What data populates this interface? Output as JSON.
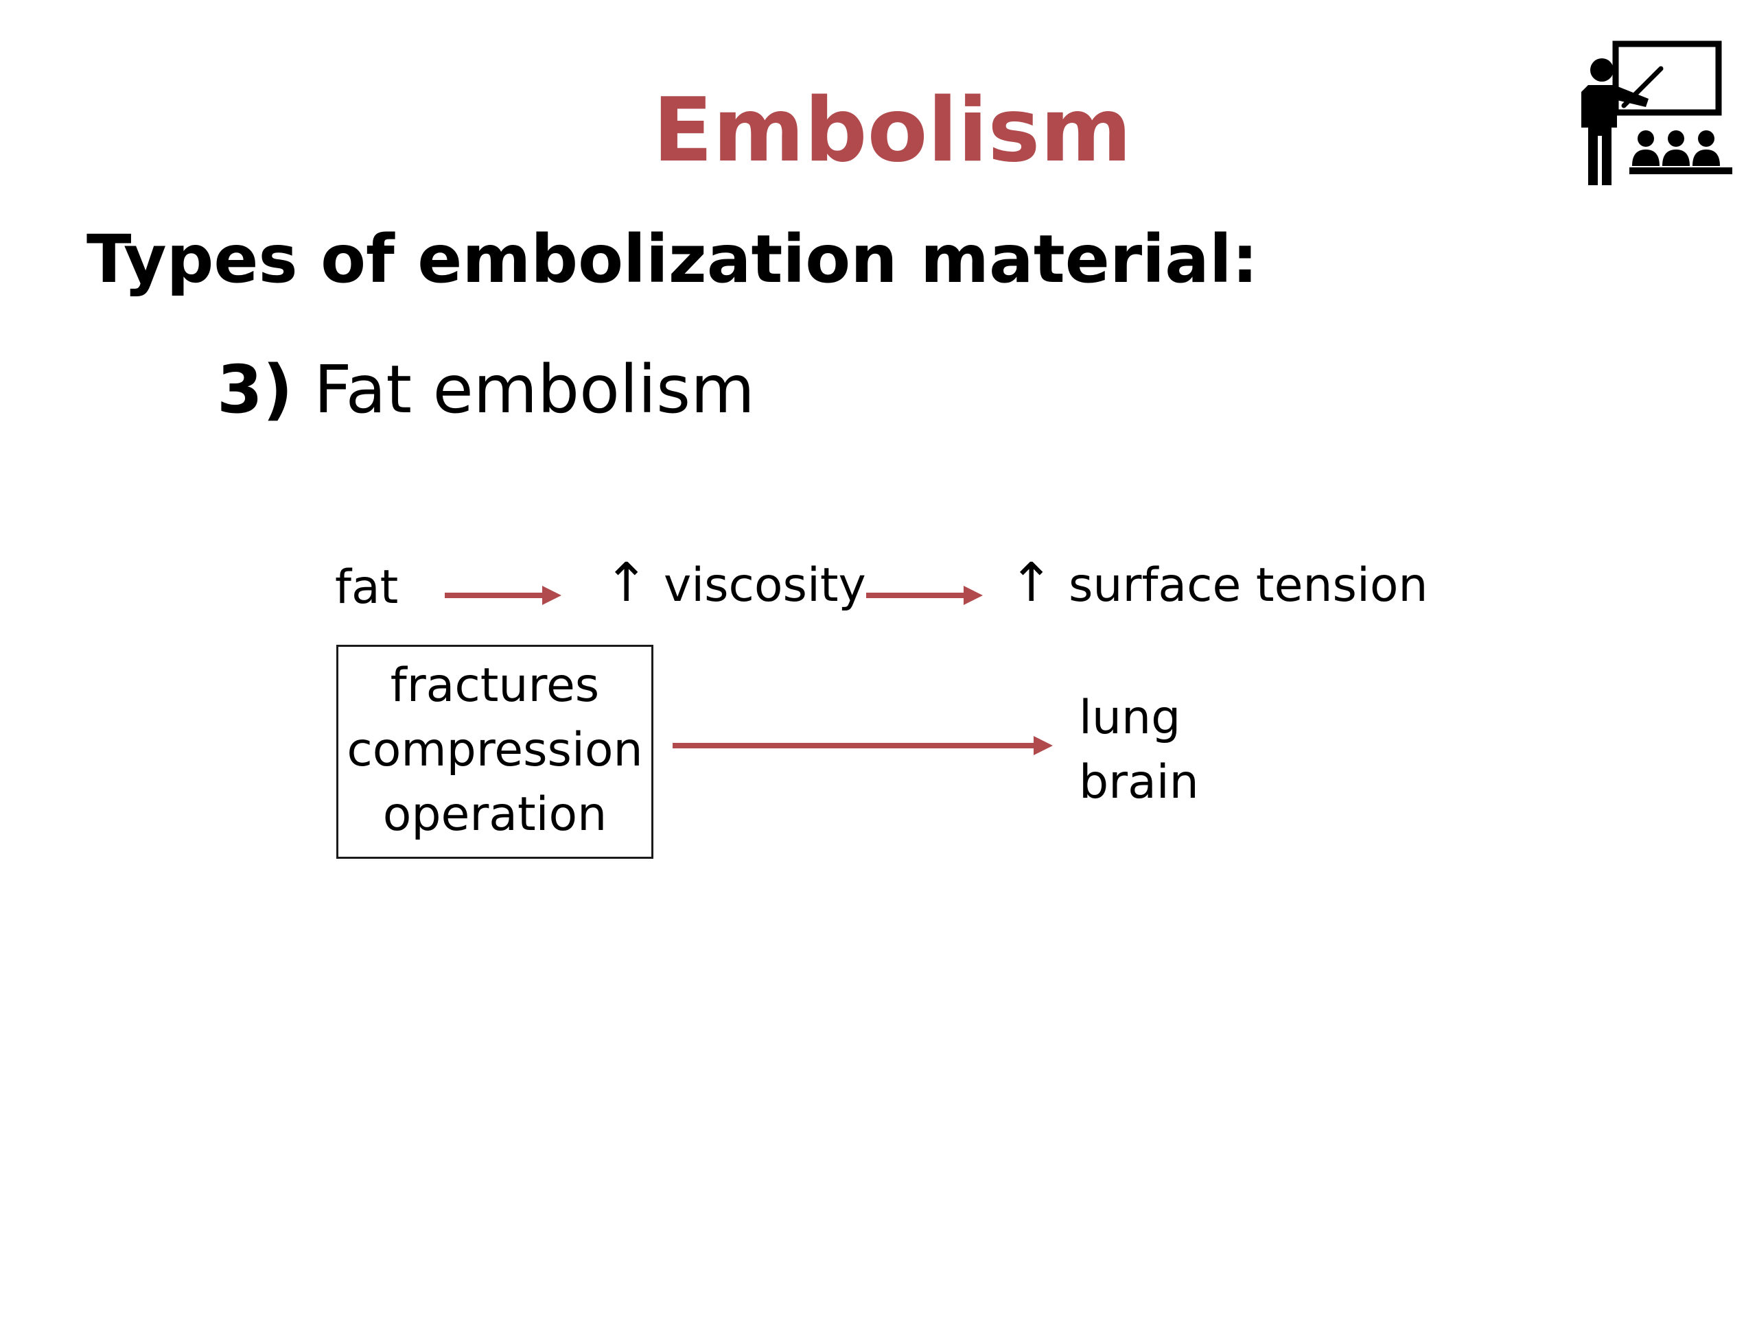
{
  "slide": {
    "title": "Embolism",
    "heading": "Types of embolization material:",
    "subsection_number": "3)",
    "subsection_label": "Fat embolism"
  },
  "flow": {
    "step1": "fat",
    "step2_arrow": "↑",
    "step2_label": "viscosity",
    "step3_arrow": "↑",
    "step3_label": "surface tension",
    "causes": [
      "fractures",
      "compression",
      "operation"
    ],
    "targets": [
      "lung",
      "brain"
    ]
  },
  "colors": {
    "title": "#b04a4c",
    "arrow": "#b04a4c",
    "text": "#000000"
  },
  "icons": {
    "presenter": "teacher-with-board-icon"
  }
}
